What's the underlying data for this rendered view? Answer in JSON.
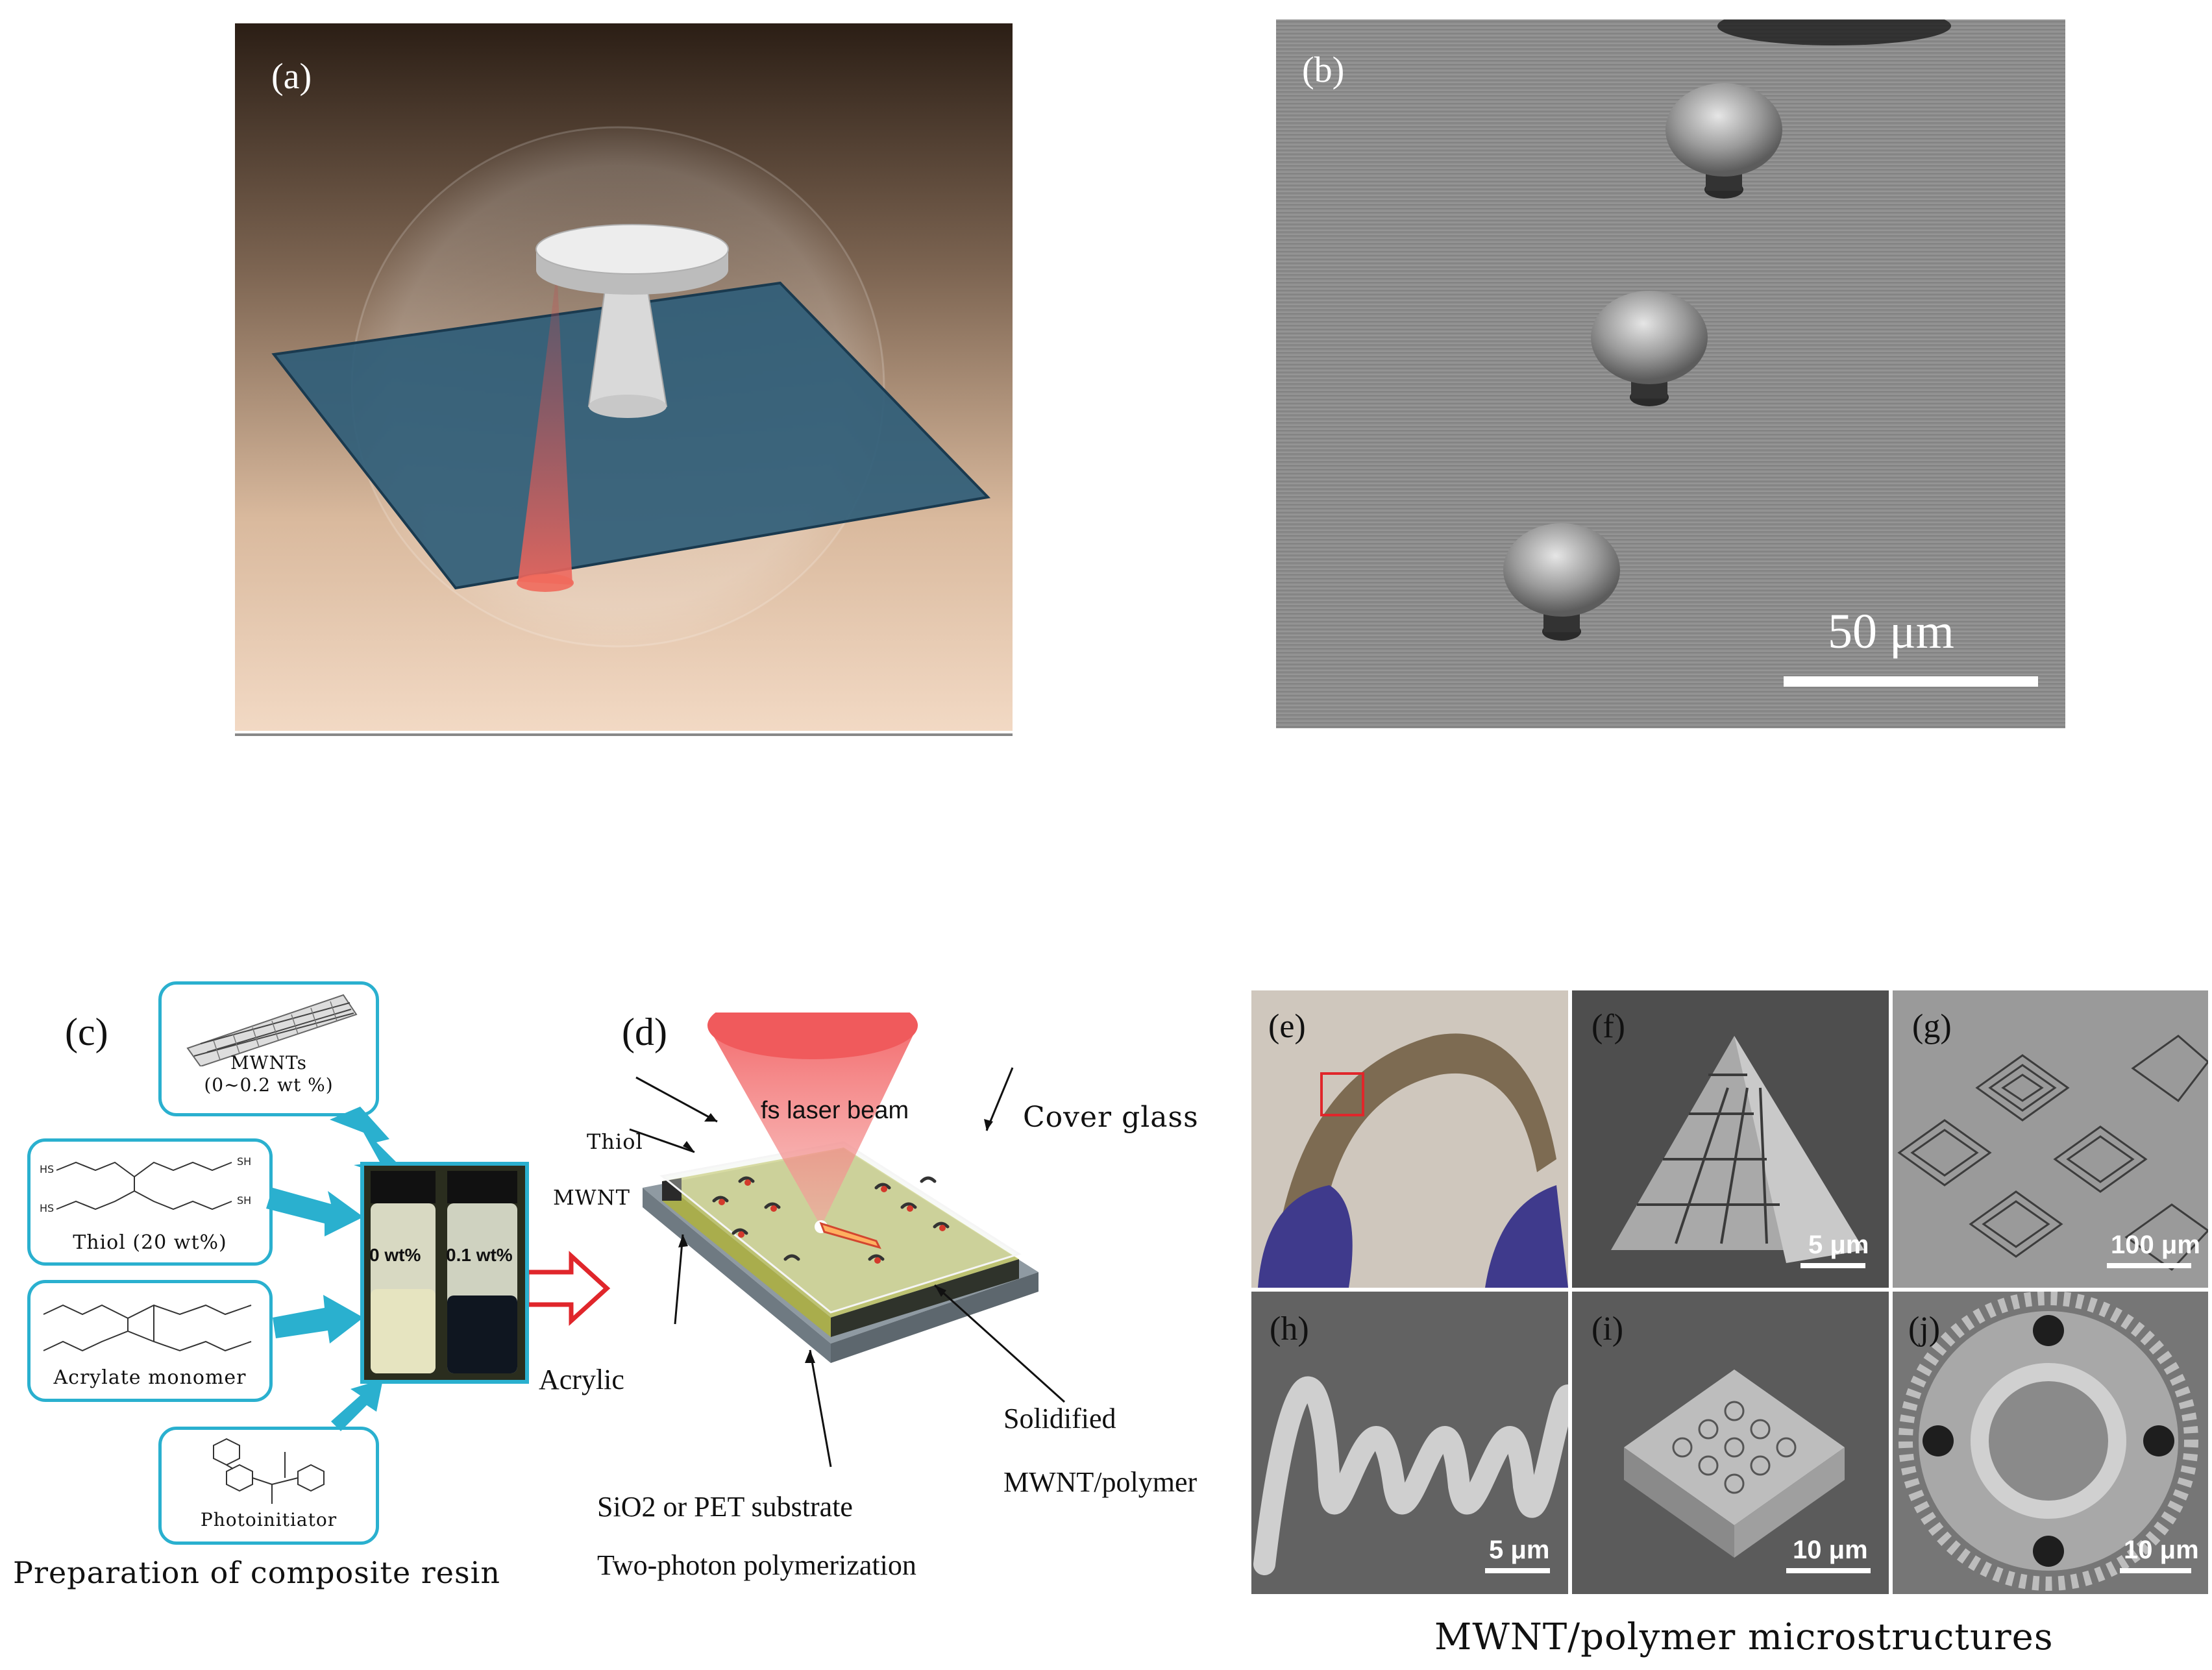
{
  "panels": {
    "a": {
      "label": "(a)"
    },
    "b": {
      "label": "(b)",
      "scale_bar": "50 μm"
    },
    "c": {
      "label": "(c)",
      "mwnt_box": {
        "line1": "MWNTs",
        "line2": "(0~0.2 wt %)"
      },
      "thiol_box": {
        "label": "Thiol (20 wt%)"
      },
      "acrylate_box": {
        "label": "Acrylate monomer"
      },
      "photo_box": {
        "label": "Photoinitiator"
      },
      "vial_left": "0 wt%",
      "vial_right": "0.1 wt%",
      "caption": "Preparation of composite resin"
    },
    "d": {
      "label": "(d)",
      "laser": "fs laser beam",
      "cover_glass": "Cover glass",
      "thiol": "Thiol",
      "mwnt": "MWNT",
      "acrylic": "Acrylic",
      "solidified": "Solidified",
      "mwnt_polymer": "MWNT/polymer",
      "substrate": "SiO2 or PET substrate",
      "caption": "Two-photon polymerization"
    },
    "e": {
      "label": "(e)"
    },
    "f": {
      "label": "(f)",
      "scale_bar": "5 μm"
    },
    "g": {
      "label": "(g)",
      "scale_bar": "100 μm"
    },
    "h": {
      "label": "(h)",
      "scale_bar": "5 μm"
    },
    "i": {
      "label": "(i)",
      "scale_bar": "10 μm"
    },
    "j": {
      "label": "(j)",
      "scale_bar": "10 μm"
    },
    "grid_caption": "MWNT/polymer microstructures"
  },
  "colors": {
    "accent": "#2ab0cf",
    "arrow_red": "#e0262b",
    "laser": "#f2575a",
    "substrate_blue": "#2f5d78"
  }
}
